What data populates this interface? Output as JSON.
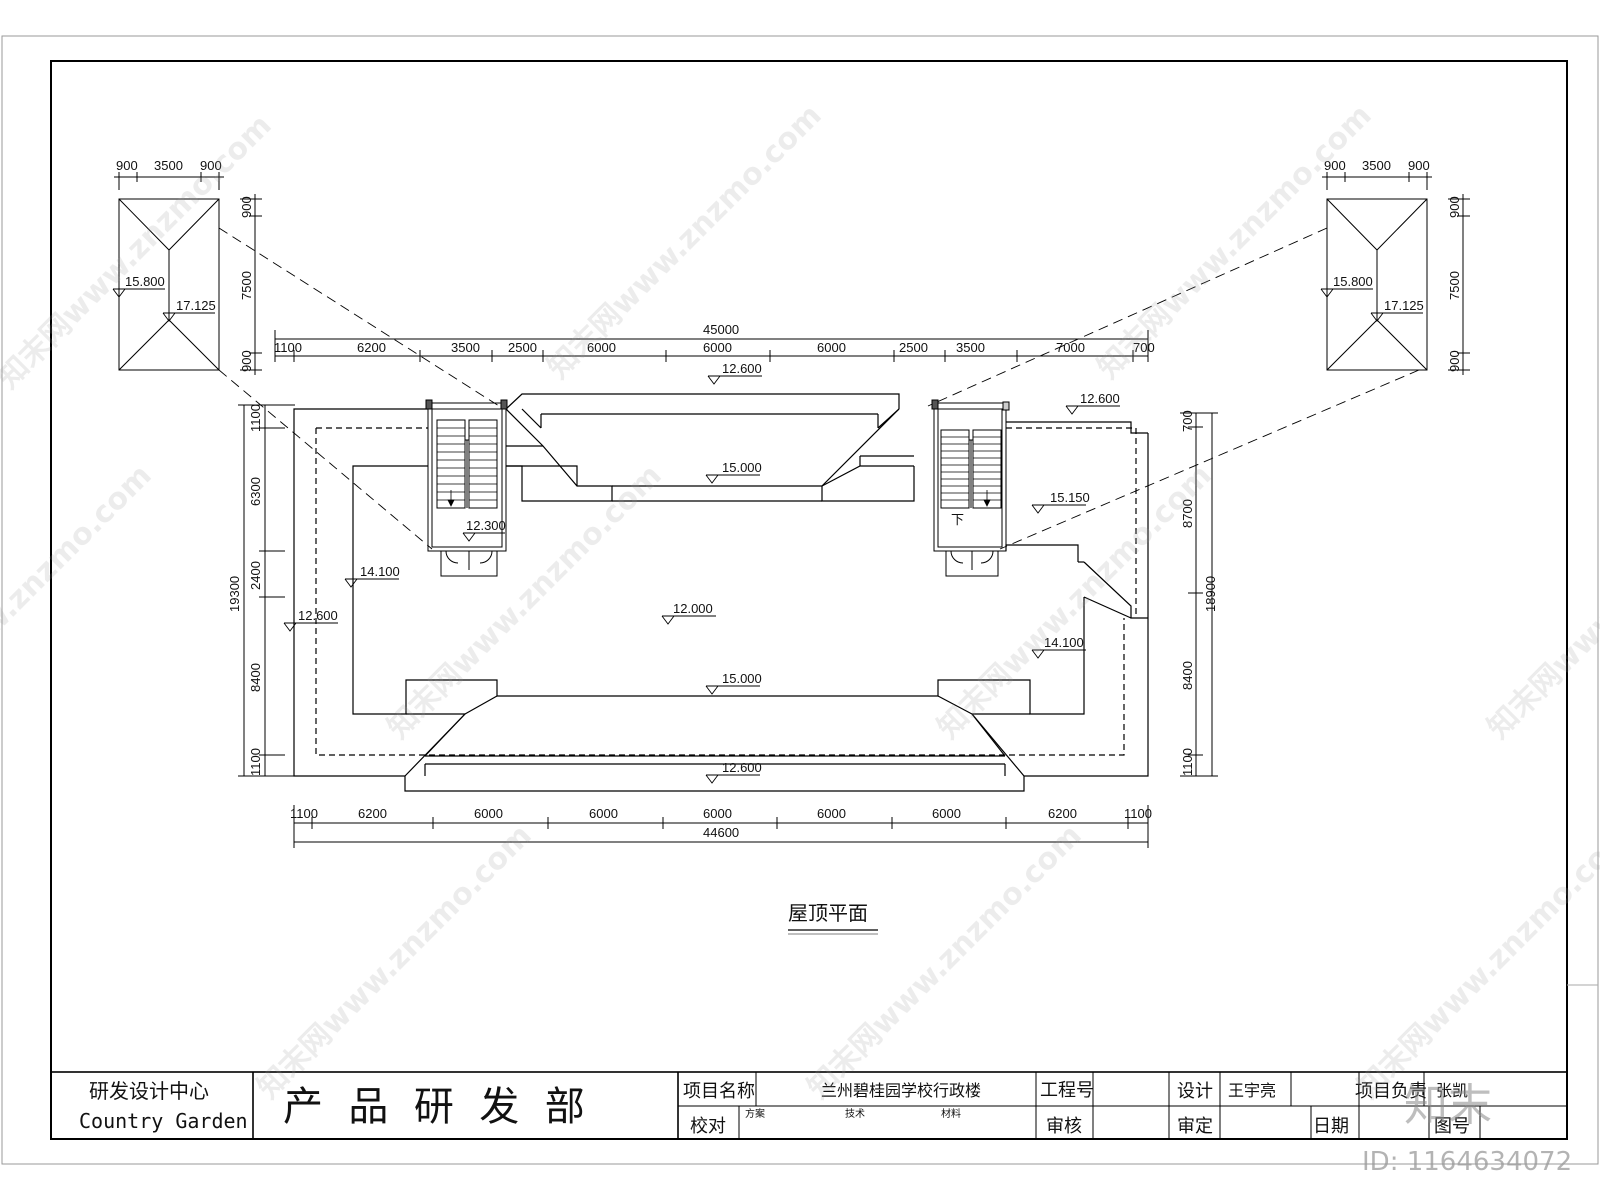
{
  "plan": {
    "caption": "屋顶平面",
    "top_dims": [
      "1100",
      "6200",
      "3500",
      "2500",
      "6000",
      "6000",
      "6000",
      "2500",
      "3500",
      "7000",
      "700"
    ],
    "top_total": "45000",
    "bottom_dims": [
      "1100",
      "6200",
      "6000",
      "6000",
      "6000",
      "6000",
      "6000",
      "6200",
      "1100"
    ],
    "bottom_total": "44600",
    "left_dims": [
      "1100",
      "6300",
      "2400",
      "8400",
      "1100"
    ],
    "left_total": "19300",
    "right_dims": [
      "700",
      "8700",
      "8400",
      "1100"
    ],
    "right_total": "18900",
    "elevations": {
      "top_edge": "12.600",
      "top_right": "12.600",
      "upper_ridge": "15.000",
      "right_upper": "15.150",
      "stair_left": "12.300",
      "left_inner": "14.100",
      "left_outer": "12.600",
      "center": "12.000",
      "right_inner": "14.100",
      "lower_ridge": "15.000",
      "bottom_edge": "12.600"
    },
    "stair_mark": "下"
  },
  "details": {
    "top_dims": [
      "900",
      "3500",
      "900"
    ],
    "side_dims": [
      "900",
      "7500",
      "900"
    ],
    "elev_low": "15.800",
    "elev_high": "17.125"
  },
  "title_block": {
    "center_name": "研发设计中心",
    "center_name_en": "Country Garden",
    "dept": "产  品  研  发  部",
    "project_label": "项目名称",
    "project_value": "兰州碧桂园学校行政楼",
    "job_no_label": "工程号",
    "design_label": "设计",
    "design_value": "王宇亮",
    "pm_label": "项目负责",
    "pm_value": "张凯",
    "check_label": "校对",
    "scheme_label": "方案",
    "tech_label": "技术",
    "material_label": "材料",
    "review_label": "审核",
    "approve_label": "审定",
    "date_label": "日期",
    "drawing_no_label": "图号"
  },
  "watermark": {
    "logo": "知末",
    "id_text": "ID: 1164634072",
    "site": "知末网www.znzmo.com"
  }
}
